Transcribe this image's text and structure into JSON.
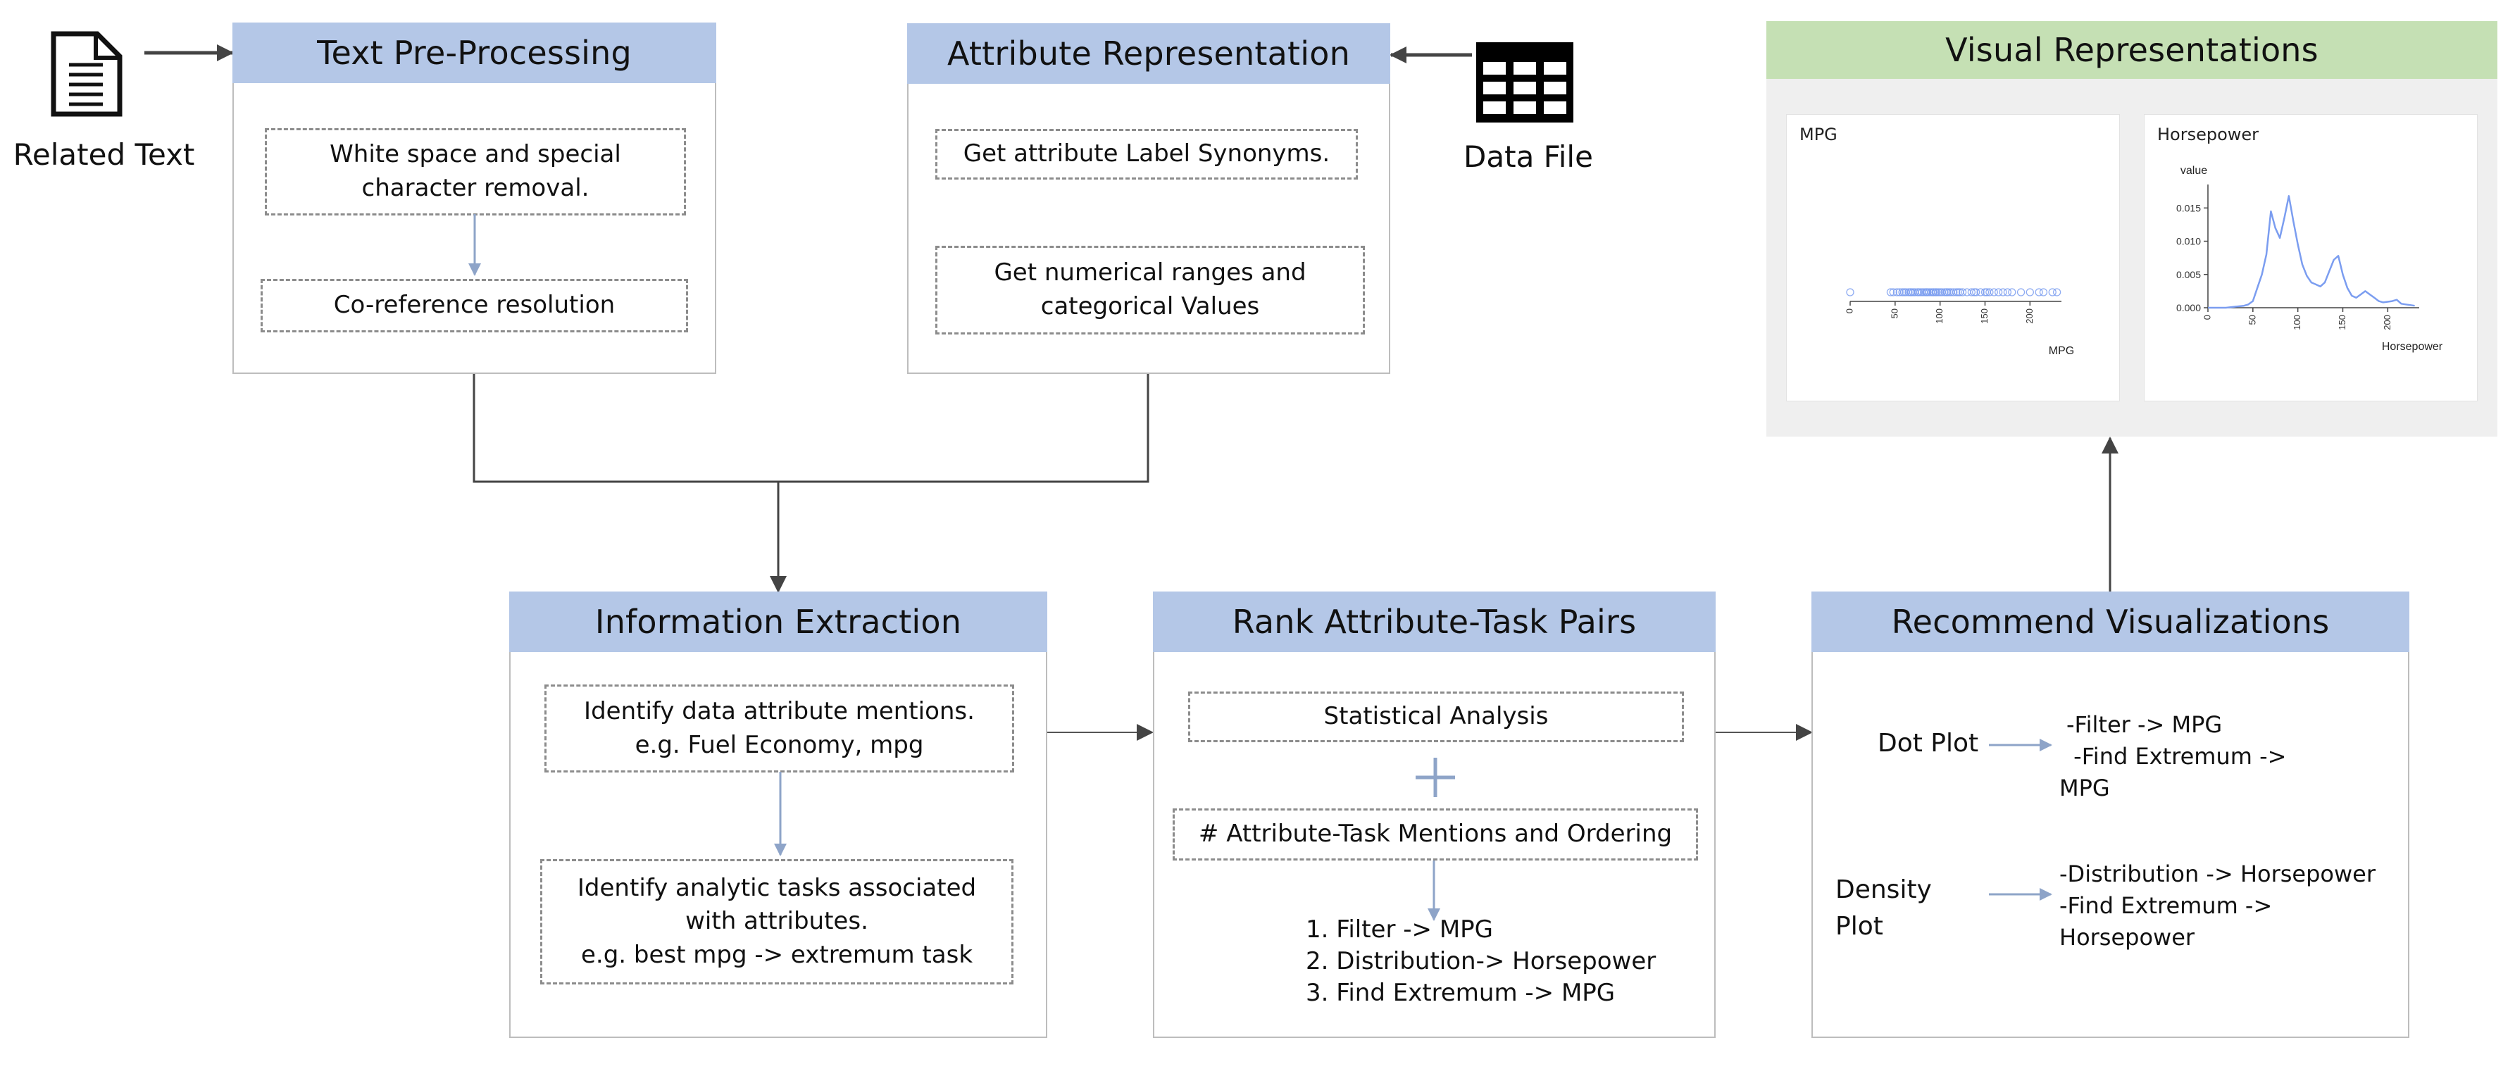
{
  "inputs": {
    "related_text": "Related Text",
    "data_file": "Data File"
  },
  "text_preprocessing": {
    "title": "Text Pre-Processing",
    "step1_line1": "White space and special",
    "step1_line2": "character removal.",
    "step2": "Co-reference resolution"
  },
  "attribute_representation": {
    "title": "Attribute Representation",
    "step1": "Get attribute Label Synonyms.",
    "step2_line1": "Get numerical ranges and",
    "step2_line2": "categorical Values"
  },
  "information_extraction": {
    "title": "Information Extraction",
    "step1_line1": "Identify data attribute mentions.",
    "step1_line2": "e.g. Fuel Economy, mpg",
    "step2_line1": "Identify analytic tasks associated",
    "step2_line2": "with attributes.",
    "step2_line3": "e.g. best mpg -> extremum task"
  },
  "rank_pairs": {
    "title": "Rank Attribute-Task Pairs",
    "step1": "Statistical Analysis",
    "step2": "# Attribute-Task Mentions and Ordering",
    "results": [
      "1. Filter -> MPG",
      "2. Distribution-> Horsepower",
      "3. Find Extremum -> MPG"
    ]
  },
  "recommend": {
    "title": "Recommend Visualizations",
    "dot_plot_label": "Dot Plot",
    "dot_plot_tasks": [
      "-Filter -> MPG",
      " -Find Extremum ->",
      "MPG"
    ],
    "density_label_line1": "Density",
    "density_label_line2": "Plot",
    "density_tasks": [
      "-Distribution -> Horsepower",
      "-Find Extremum ->",
      "Horsepower"
    ]
  },
  "visual_representations": {
    "title": "Visual Representations",
    "colors": {
      "mark": "#7b9df0",
      "axis": "#444444",
      "panel_bg": "#efefef"
    }
  },
  "chart_data": [
    {
      "type": "scatter",
      "title": "MPG",
      "xlabel": "MPG",
      "ylabel": "",
      "xlim": [
        0,
        235
      ],
      "x_ticks": [
        "0",
        "50",
        "100",
        "150",
        "200"
      ],
      "points": [
        0,
        45,
        48,
        52,
        55,
        58,
        60,
        62,
        65,
        67,
        68,
        70,
        72,
        75,
        76,
        78,
        80,
        82,
        84,
        85,
        86,
        88,
        90,
        92,
        93,
        95,
        96,
        98,
        100,
        102,
        105,
        107,
        108,
        110,
        112,
        115,
        118,
        120,
        122,
        125,
        130,
        135,
        138,
        140,
        145,
        150,
        152,
        155,
        160,
        165,
        170,
        175,
        180,
        190,
        200,
        210,
        215,
        225,
        230
      ]
    },
    {
      "type": "line",
      "title": "Horsepower",
      "xlabel": "Horsepower",
      "ylabel": "value",
      "xlim": [
        0,
        235
      ],
      "ylim": [
        0,
        0.018
      ],
      "x_ticks": [
        "0",
        "50",
        "100",
        "150",
        "200"
      ],
      "y_ticks": [
        "0.000",
        "0.005",
        "0.010",
        "0.015"
      ],
      "x": [
        0,
        20,
        40,
        45,
        50,
        55,
        60,
        65,
        70,
        75,
        80,
        85,
        90,
        95,
        100,
        105,
        110,
        115,
        120,
        125,
        130,
        135,
        140,
        145,
        150,
        155,
        160,
        165,
        170,
        175,
        180,
        185,
        190,
        195,
        200,
        205,
        210,
        215,
        220,
        225,
        230
      ],
      "y": [
        0,
        0,
        0.0003,
        0.0005,
        0.001,
        0.003,
        0.005,
        0.008,
        0.0145,
        0.012,
        0.0105,
        0.0135,
        0.0168,
        0.013,
        0.0095,
        0.0065,
        0.0048,
        0.0038,
        0.0035,
        0.0032,
        0.0038,
        0.0055,
        0.0072,
        0.0078,
        0.005,
        0.003,
        0.0018,
        0.0015,
        0.002,
        0.0025,
        0.002,
        0.0015,
        0.001,
        0.0008,
        0.0009,
        0.001,
        0.0012,
        0.0006,
        0.0005,
        0.0004,
        0.0003
      ]
    }
  ]
}
